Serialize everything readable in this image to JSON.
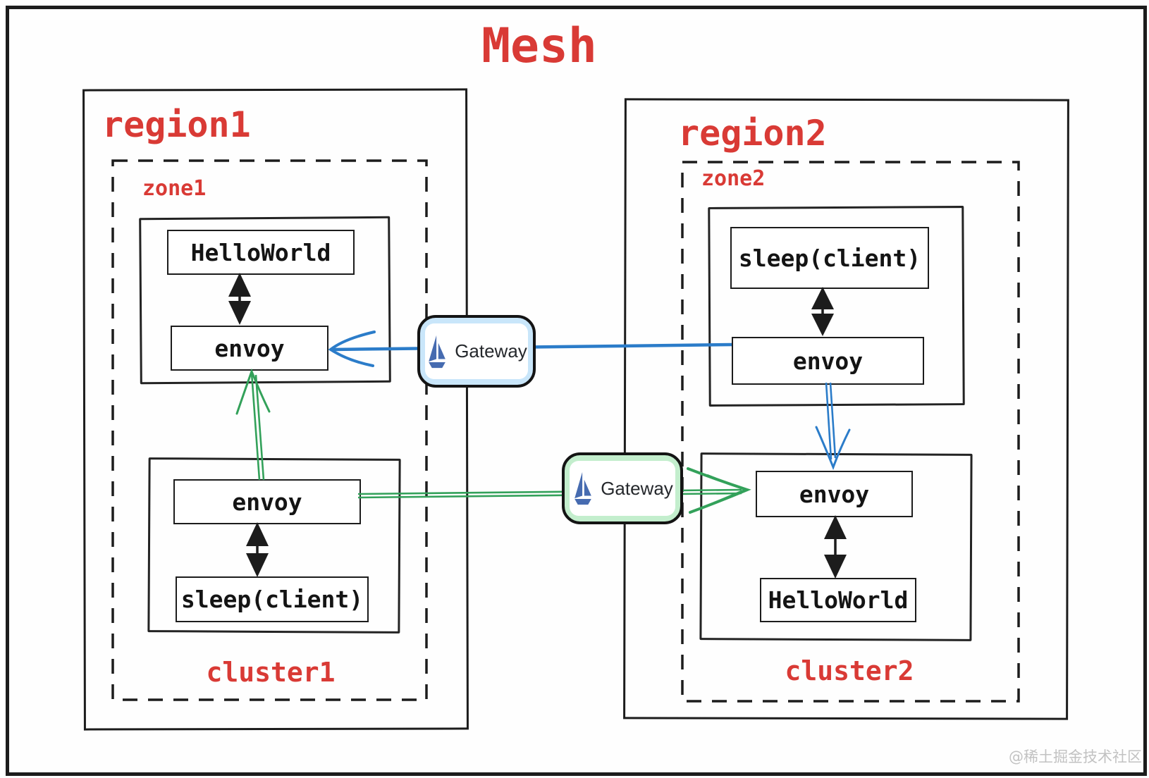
{
  "title": "Mesh",
  "watermark": "@稀土掘金技术社区",
  "colors": {
    "red": "#d93a35",
    "blue": "#2b7cc9",
    "green": "#33a15a",
    "ink": "#1c1c1c",
    "gateway_blue": "#c9e6fa",
    "gateway_green": "#c3eecd",
    "logo": "#466bb0",
    "watermark": "#c2c2c2"
  },
  "regions": [
    {
      "label": "region1",
      "zone_label": "zone1",
      "cluster_label": "cluster1",
      "pods": [
        [
          "HelloWorld",
          "envoy"
        ],
        [
          "envoy",
          "sleep(client)"
        ]
      ]
    },
    {
      "label": "region2",
      "zone_label": "zone2",
      "cluster_label": "cluster2",
      "pods": [
        [
          "sleep(client)",
          "envoy"
        ],
        [
          "envoy",
          "HelloWorld"
        ]
      ]
    }
  ],
  "gateways": [
    {
      "label": "Gateway"
    },
    {
      "label": "Gateway"
    }
  ]
}
